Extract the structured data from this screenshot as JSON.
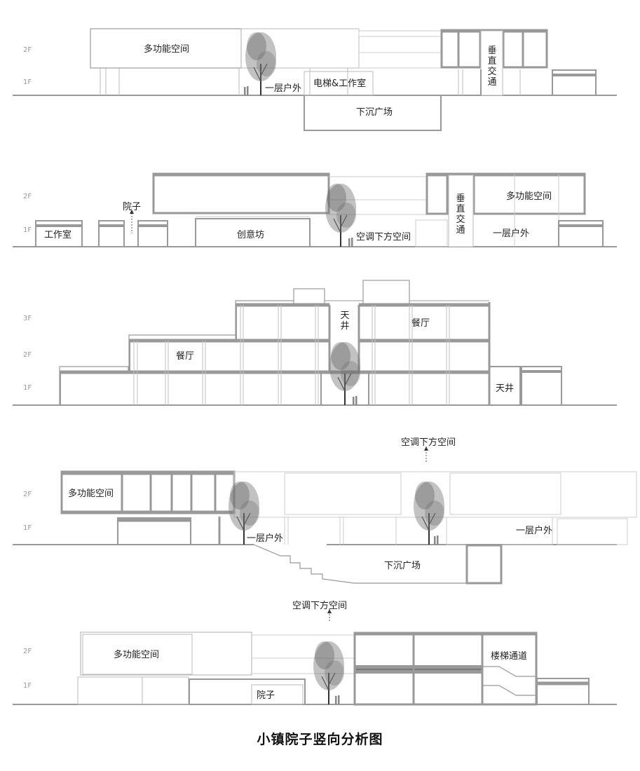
{
  "title": "小镇院子竖向分析图",
  "colors": {
    "wall": "#999999",
    "thin_line": "#b5b5b5",
    "ground": "#999999",
    "text": "#222222",
    "floor_label": "#999999"
  },
  "sections": [
    {
      "id": 1,
      "floors": [
        "2F",
        "1F"
      ],
      "labels": {
        "multi_space": "多功能空间",
        "outdoor": "一层户外",
        "elevator_studio": "电梯&工作室",
        "sunken_plaza": "下沉广场",
        "vertical_traffic": "垂直交通"
      }
    },
    {
      "id": 2,
      "floors": [
        "2F",
        "1F"
      ],
      "labels": {
        "courtyard": "院子",
        "studio": "工作室",
        "creative": "创意坊",
        "ac_under": "空调下方空间",
        "vertical_traffic": "垂直交通",
        "multi_space": "多功能空间",
        "outdoor": "一层户外"
      }
    },
    {
      "id": 3,
      "floors": [
        "3F",
        "2F",
        "1F"
      ],
      "labels": {
        "atrium_top": "天井",
        "restaurant_3f": "餐厅",
        "restaurant_2f": "餐厅",
        "atrium_right": "天井"
      }
    },
    {
      "id": 4,
      "floors": [
        "2F",
        "1F"
      ],
      "labels": {
        "ac_under": "空调下方空间",
        "multi_space": "多功能空间",
        "outdoor_left": "一层户外",
        "outdoor_right": "一层户外",
        "sunken_plaza": "下沉广场"
      }
    },
    {
      "id": 5,
      "floors": [
        "2F",
        "1F"
      ],
      "labels": {
        "ac_under": "空调下方空间",
        "multi_space": "多功能空间",
        "courtyard": "院子",
        "stair": "楼梯通道"
      }
    }
  ]
}
